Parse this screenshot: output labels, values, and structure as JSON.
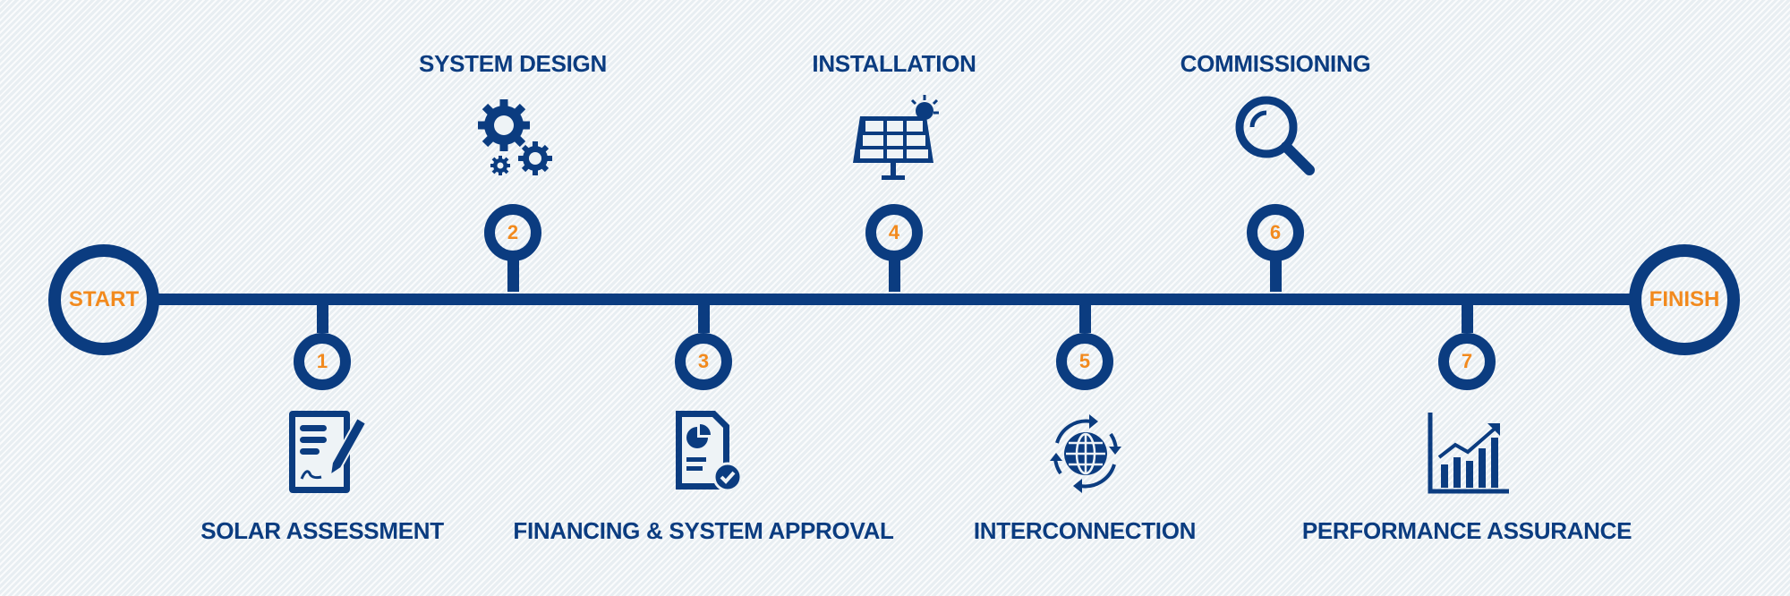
{
  "colors": {
    "primary": "#0b3c80",
    "accent": "#f28a1e",
    "background": "#eef3f6"
  },
  "start_label": "START",
  "finish_label": "FINISH",
  "steps": [
    {
      "number": "1",
      "label": "SOLAR ASSESSMENT",
      "icon": "signed-document-icon"
    },
    {
      "number": "2",
      "label": "SYSTEM DESIGN",
      "icon": "gears-icon"
    },
    {
      "number": "3",
      "label": "FINANCING & SYSTEM APPROVAL",
      "icon": "approved-report-icon"
    },
    {
      "number": "4",
      "label": "INSTALLATION",
      "icon": "solar-panel-icon"
    },
    {
      "number": "5",
      "label": "INTERCONNECTION",
      "icon": "globe-cycle-icon"
    },
    {
      "number": "6",
      "label": "COMMISSIONING",
      "icon": "magnifier-icon"
    },
    {
      "number": "7",
      "label": "PERFORMANCE ASSURANCE",
      "icon": "growth-chart-icon"
    }
  ]
}
